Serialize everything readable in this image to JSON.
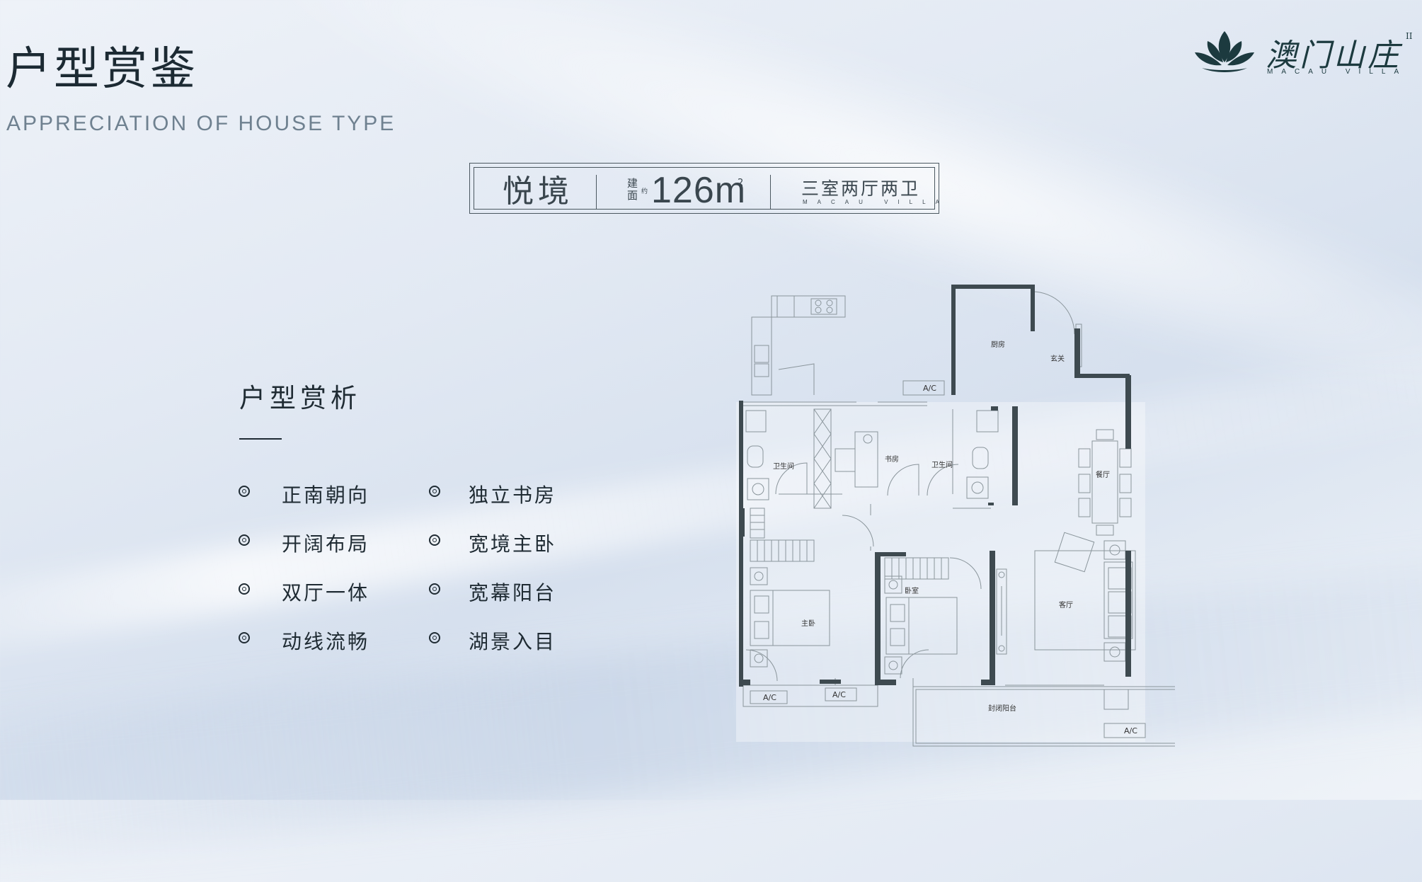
{
  "header": {
    "title": "户型赏鉴",
    "subtitle": "APPRECIATION OF HOUSE TYPE"
  },
  "logo": {
    "name_cn": "澳门山庄",
    "mark": "II",
    "name_en": "MACAU VILLA",
    "color": "#1c3a3f"
  },
  "banner": {
    "unit_name": "悦境",
    "area_label": "建面",
    "area_approx": "约",
    "area_value": "126m",
    "area_unit_sup": "2",
    "layout_type": "三室两厅两卫",
    "layout_sub": "MACAU VILLA"
  },
  "analysis": {
    "heading": "户型赏析",
    "features": [
      "正南朝向",
      "独立书房",
      "开阔布局",
      "宽境主卧",
      "双厅一体",
      "宽幕阳台",
      "动线流畅",
      "湖景入目"
    ]
  },
  "floorplan": {
    "rooms": {
      "kitchen": "厨房",
      "foyer": "玄关",
      "dining": "餐厅",
      "study": "书房",
      "bath_left": "卫生间",
      "bath_right": "卫生间",
      "master": "主卧",
      "bedroom": "卧室",
      "living": "客厅",
      "balcony": "封闭阳台"
    },
    "ac_labels": [
      "A/C",
      "A/C",
      "A/C",
      "A/C"
    ],
    "wall_color": "#3e4a50"
  }
}
